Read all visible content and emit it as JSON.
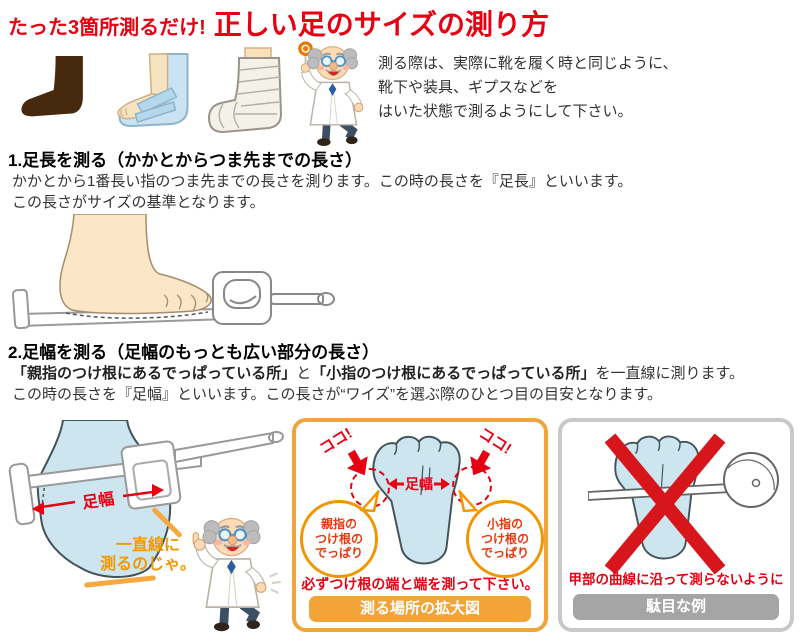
{
  "title": {
    "prefix": "たった3箇所測るだけ!",
    "main": "正しい足のサイズの測り方"
  },
  "intro": {
    "lines": [
      "測る際は、実際に靴を履く時と同じように、",
      "靴下や装具、ギプスなどを",
      "はいた状態で測るようにして下さい。"
    ]
  },
  "section1": {
    "heading": "1.足長を測る（かかとからつま先までの長さ）",
    "body_lines": [
      "かかとから1番長い指のつま先までの長さを測ります。この時の長さを『足長』といいます。",
      "この長さがサイズの基準となります。"
    ]
  },
  "section2": {
    "heading": "2.足幅を測る（足幅のもっとも広い部分の長さ）",
    "quote1": "「親指のつけ根にあるでっぱっている所」",
    "mid": "と",
    "quote2": "「小指のつけ根にあるでっぱっている所」",
    "tail": "を一直線に測ります。",
    "line2": "この時の長さを『足幅』といいます。この長さが“ワイズ”を選ぶ際のひとつ目の目安となります。"
  },
  "width_diagram": {
    "width_label": "足幅",
    "speech_line1": "一直線に",
    "speech_line2": "測るのじゃ。"
  },
  "zoom_panel": {
    "koko_label": "ココ!",
    "width_label": "足幅",
    "left_callout": [
      "親指の",
      "つけ根の",
      "でっぱり"
    ],
    "right_callout": [
      "小指の",
      "つけ根の",
      "でっぱり"
    ],
    "warning": "必ずつけ根の端と端を測って下さい。",
    "banner": "測る場所の拡大図"
  },
  "bad_panel": {
    "warning": "甲部の曲線に沿って測らないように",
    "banner": "駄目な例"
  },
  "colors": {
    "accent_red": "#e60012",
    "panel_orange": "#f2a43c",
    "speech_orange": "#f39800",
    "banner_gray": "#a5a5a5",
    "foot_blue": "#cde5ef",
    "skin": "#fbe6c8",
    "sock_brown": "#46290f"
  }
}
